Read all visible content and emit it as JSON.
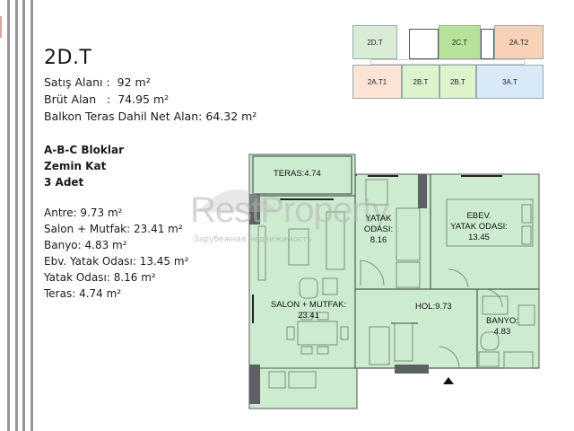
{
  "unit": {
    "code": "2D.T",
    "sales_area": "Satış Alanı :  92 m²",
    "gross_area": "Brüt Alan   :  74.95 m²",
    "net_area": "Balkon Teras Dahil Net Alan: 64.32 m²"
  },
  "block_info": {
    "blocks": "A-B-C Bloklar",
    "floor": "Zemin Kat",
    "count": "3 Adet"
  },
  "rooms_list": [
    "Antre: 9.73 m²",
    "Salon + Mutfak: 23.41 m²",
    "Banyo: 4.83 m²",
    "Ebv. Yatak Odası: 13.45 m²",
    "Yatak Odası: 8.16 m²",
    "Teras: 4.74 m²"
  ],
  "keyplan": {
    "units": [
      {
        "label": "2D.T",
        "color": "#d9ecd6"
      },
      {
        "label": "2C.T",
        "color": "#b7e29c"
      },
      {
        "label": "2A.T2",
        "color": "#f7d2b8"
      },
      {
        "label": "2A.T1",
        "color": "#fbe3d6"
      },
      {
        "label": "2B.T",
        "color": "#dcf3cc"
      },
      {
        "label": "2B.T",
        "color": "#dcf3cc"
      },
      {
        "label": "3A.T",
        "color": "#d8e9f8"
      }
    ]
  },
  "plan": {
    "fill_color": "#cdebcf",
    "wall_color": "#5d6163",
    "line_color": "#4f5a50",
    "labels": {
      "teras": "TERAS:4.74",
      "yatak_1": "YATAK",
      "yatak_2": "ODASI:",
      "yatak_3": "8.16",
      "ebev_1": "EBEV.",
      "ebev_2": "YATAK ODASI:",
      "ebev_3": "13.45",
      "salon_1": "SALON + MUTFAK:",
      "salon_2": "23.41",
      "hol": "HOL:9.73",
      "banyo_1": "BANYO:",
      "banyo_2": "4.83"
    }
  },
  "watermark": {
    "text": "RestProperty",
    "subtitle": "Зарубежная недвижимость"
  }
}
